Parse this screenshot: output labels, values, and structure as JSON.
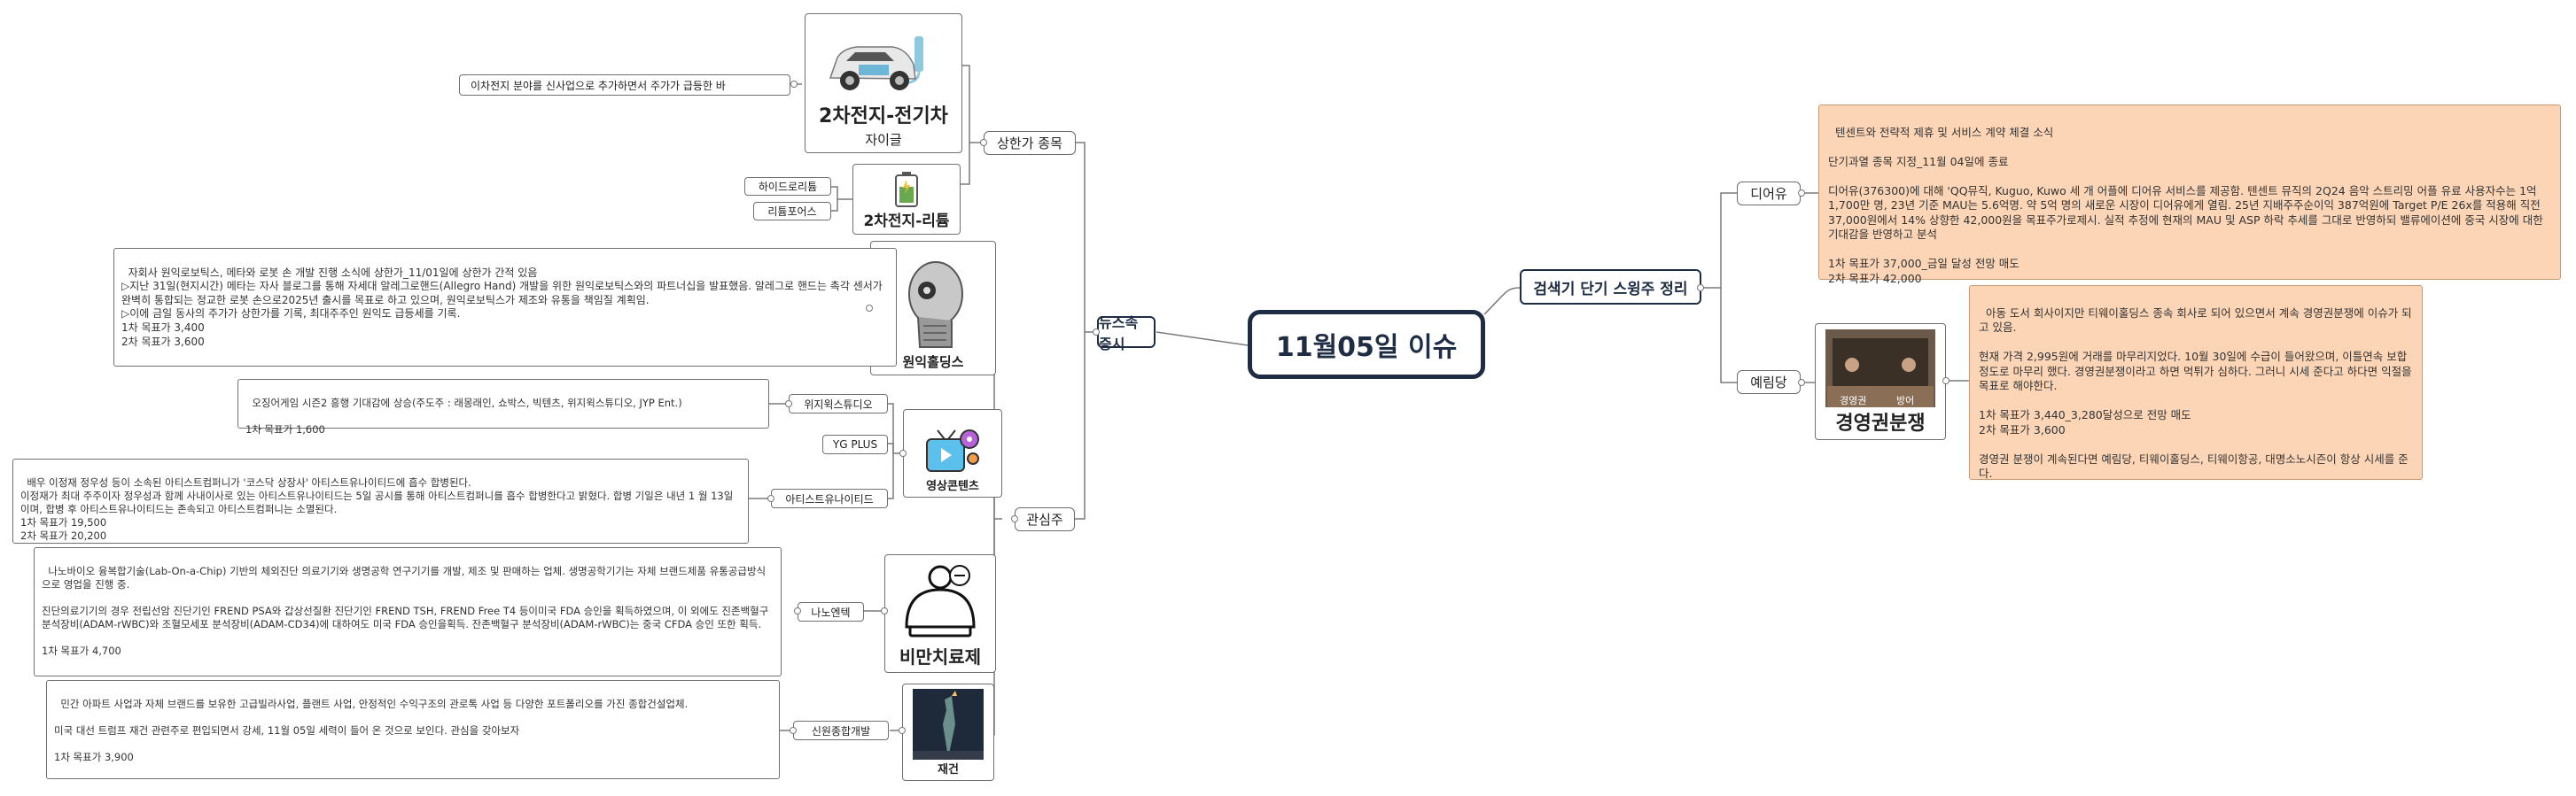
{
  "central": {
    "title": "11월05일 이슈"
  },
  "left": {
    "news": {
      "label": "뉴스속 증시"
    },
    "upper": {
      "label": "상한가 종목",
      "ev": {
        "title": "2차전지-전기차",
        "subtitle": "자이글",
        "note": "이차전지 분야를 신사업으로 추가하면서 주가가 급등한 바"
      },
      "lithium": {
        "title": "2차전지-리튬",
        "items": [
          "하이드로리튬",
          "리튬포어스"
        ]
      }
    },
    "interest": {
      "label": "관심주",
      "robotics": {
        "title": "원익홀딩스",
        "note": "자회사 원익로보틱스, 메타와 로봇 손 개발 진행 소식에 상한가_11/01일에 상한가 간적 있음\n▷지난 31일(현지시간) 메타는 자사 블로그를 통해 자세대 알레그로핸드(Allegro Hand) 개발을 위한 원익로보틱스와의 파트너십을 발표했음. 알레그로 핸드는 촉각 센서가 완벽히 통합되는 정교한 로봇 손으로2025년 출시를 목표로 하고 있으며, 원익로보틱스가 제조와 유통을 책임질 계획임.\n▷이에 금일 동사의 주가가 상한가를 기록, 최대주주인 원익도 급등세를 기록.\n1차 목표가 3,400\n2차 목표가 3,600"
      },
      "content": {
        "title": "영상콘텐츠",
        "wysiwyg": {
          "label": "위지윅스튜디오",
          "note": "오징어게임 시즌2 흥행 기대감에 상승(주도주 : 래몽래인, 쇼박스, 빅텐츠, 위지윅스튜디오, JYP Ent.)\n\n1차 목표가 1,600"
        },
        "ygplus": {
          "label": "YG PLUS"
        },
        "artist": {
          "label": "아티스트유나이티드",
          "note": "배우 이정재 정우성 등이 소속된 아티스트컴퍼니가 '코스닥 상장사' 아티스트유나이티드에 흡수 합병된다.\n이정재가 최대 주주이자 정우성과 함께 사내이사로 있는 아티스트유나이티드는 5일 공시를 통해 아티스트컴퍼니를 흡수 합병한다고 밝혔다. 합병 기일은 내년 1 월 13일이며, 합병 후 아티스트유나이티드는 존속되고 아티스트컴퍼니는 소멸된다.\n1차 목표가 19,500\n2차 목표가 20,200"
        }
      },
      "obesity": {
        "title": "비만치료제",
        "nano": {
          "label": "나노엔텍",
          "note": "나노바이오 융복합기술(Lab-On-a-Chip) 기반의 체외진단 의료기기와 생명공학 연구기기를 개발, 제조 및 판매하는 업체. 생명공학기기는 자체 브랜드제품 유통공급방식으로 영업을 진행 중.\n\n진단의료기기의 경우 전립선암 진단기인 FREND PSA와 갑상선질환 진단기인 FREND TSH, FREND Free T4 등이미국 FDA 승인을 획득하였으며, 이 외에도 진존백혈구 분석장비(ADAM-rWBC)와 조혈모세포 분석장비(ADAM-CD34)에 대하여도 미국 FDA 승인을획득. 잔존백혈구 분석장비(ADAM-rWBC)는 중국 CFDA 승인 또한 획득.\n\n1차 목표가 4,700"
        }
      },
      "rebuild": {
        "title": "재건",
        "shinwon": {
          "label": "신원종합개발",
          "note": "민간 아파트 사업과 자체 브랜드를 보유한 고급빌라사업, 플랜트 사업, 안정적인 수익구조의 관로톡 사업 등 다양한 포트폴리오를 가진 종합건설업체.\n\n미국 대선 트럼프 재건 관련주로 편입되면서 강세, 11월 05일 세력이 들어 온 것으로 보인다. 관심을 갖아보자\n\n1차 목표가 3,900"
        }
      }
    }
  },
  "right": {
    "search": {
      "label": "검색기 단기 스윙주 정리"
    },
    "dearu": {
      "label": "디어유",
      "note": "텐센트와 전략적 제휴 및 서비스 계약 체결 소식\n\n단기과열 종목 지정_11월 04일에 종료\n\n디어유(376300)에 대해 'QQ뮤직, Kuguo, Kuwo 세 개 어플에 디어유 서비스를 제공함. 텐센트 뮤직의 2Q24 음악 스트리밍 어플 유료 사용자수는 1억 1,700만 명, 23년 기준 MAU는 5.6억명. 약 5억 명의 새로운 시장이 디어유에게 열림. 25년 지배주주순이익 387억원에 Target P/E 26x를 적용해 직전 37,000원에서 14% 상향한 42,000원을 목표주가로제시. 실적 추정에 현재의 MAU 및 ASP 하락 추세를 그대로 반영하되 밸류에이션에 중국 시장에 대한 기대감을 반영하고 분석\n\n1차 목표가 37,000_금일 달성 전망 매도\n2차 목표가 42,000"
    },
    "yerimdang": {
      "label": "예림당",
      "title": "경영권분쟁",
      "note": "아동 도서 회사이지만 티웨이홀딩스 종속 회사로 되어 있으면서 계속 경영권분쟁에 이슈가 되고 있음.\n\n현재 가격 2,995원에 거래를 마무리지었다. 10월 30일에 수급이 들어왔으며, 이틀연속 보합 정도로 마무리 했다. 경영권분쟁이라고 하면 먹튀가 심하다. 그러니 시세 준다고 하다면 익절을 목표로 해야한다.\n\n1차 목표가 3,440_3,280달성으로 전망 매도\n2차 목표가 3,600\n\n경영권 분쟁이 계속된다면 예림당, 티웨이홀딩스, 티웨이항공, 대명소노시즌이 항상 시세를 준다.",
      "image_labels": [
        "경영권",
        "방어"
      ]
    }
  },
  "colors": {
    "navy": "#1f2d44",
    "peach": "#fbd5b5",
    "line": "#777777"
  }
}
